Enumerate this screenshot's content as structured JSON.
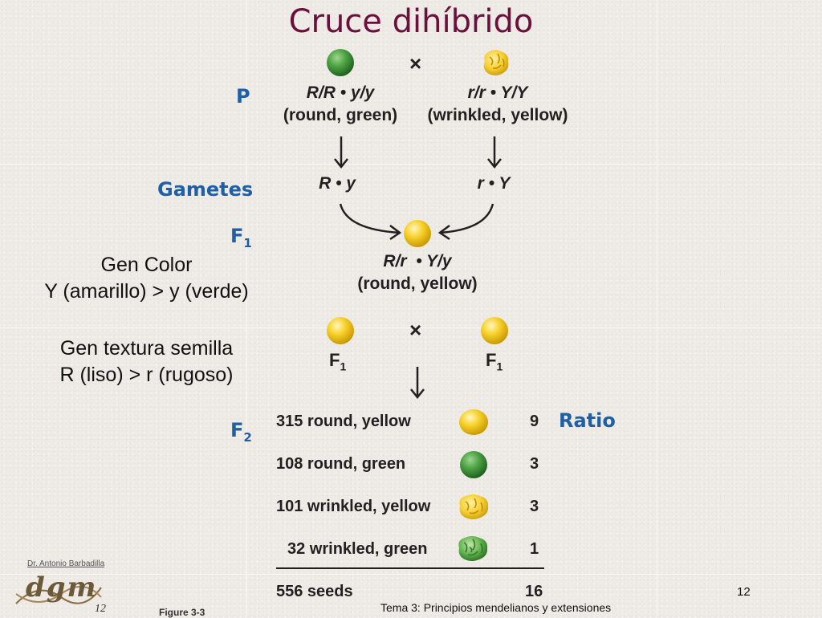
{
  "title": "Cruce dihíbrido",
  "labels": {
    "p": "P",
    "gametes": "Gametes",
    "f1": "F",
    "f1_sub": "1",
    "f2": "F",
    "f2_sub": "2",
    "ratio": "Ratio",
    "cross": "×"
  },
  "parents": {
    "left_genotype": "R/R • y/y",
    "left_phenotype": "(round, green)",
    "right_genotype": "r/r • Y/Y",
    "right_phenotype": "(wrinkled, yellow)"
  },
  "gametes": {
    "left": "R • y",
    "right": "r • Y"
  },
  "f1": {
    "genotype": "R/r  • Y/y",
    "phenotype": "(round, yellow)",
    "cross_left": "F",
    "cross_right": "F",
    "cross_sub": "1"
  },
  "genes": {
    "color_title": "Gen Color",
    "color_rule": "Y (amarillo) > y (verde)",
    "texture_title": "Gen textura semilla",
    "texture_rule": "R (liso) > r (rugoso)"
  },
  "f2_rows": [
    {
      "label": "315 round, yellow",
      "ratio": "9"
    },
    {
      "label": "108 round, green",
      "ratio": "3"
    },
    {
      "label": "101 wrinkled, yellow",
      "ratio": "3"
    },
    {
      "label": "32 wrinkled, green",
      "ratio": "1"
    }
  ],
  "total": {
    "label": "556 seeds",
    "ratio": "16"
  },
  "footer": {
    "author": "Dr. Antonio Barbadilla",
    "logo": "dgm",
    "slide_italic": "12",
    "figure": "Figure 3-3",
    "topic": "Tema 3: Principios mendelianos y extensiones",
    "slide_number": "12"
  },
  "colors": {
    "title": "#6b0f3c",
    "label_blue": "#1f5fa6",
    "pea_green": "#3f9a3a",
    "pea_yellow": "#f2c418"
  }
}
